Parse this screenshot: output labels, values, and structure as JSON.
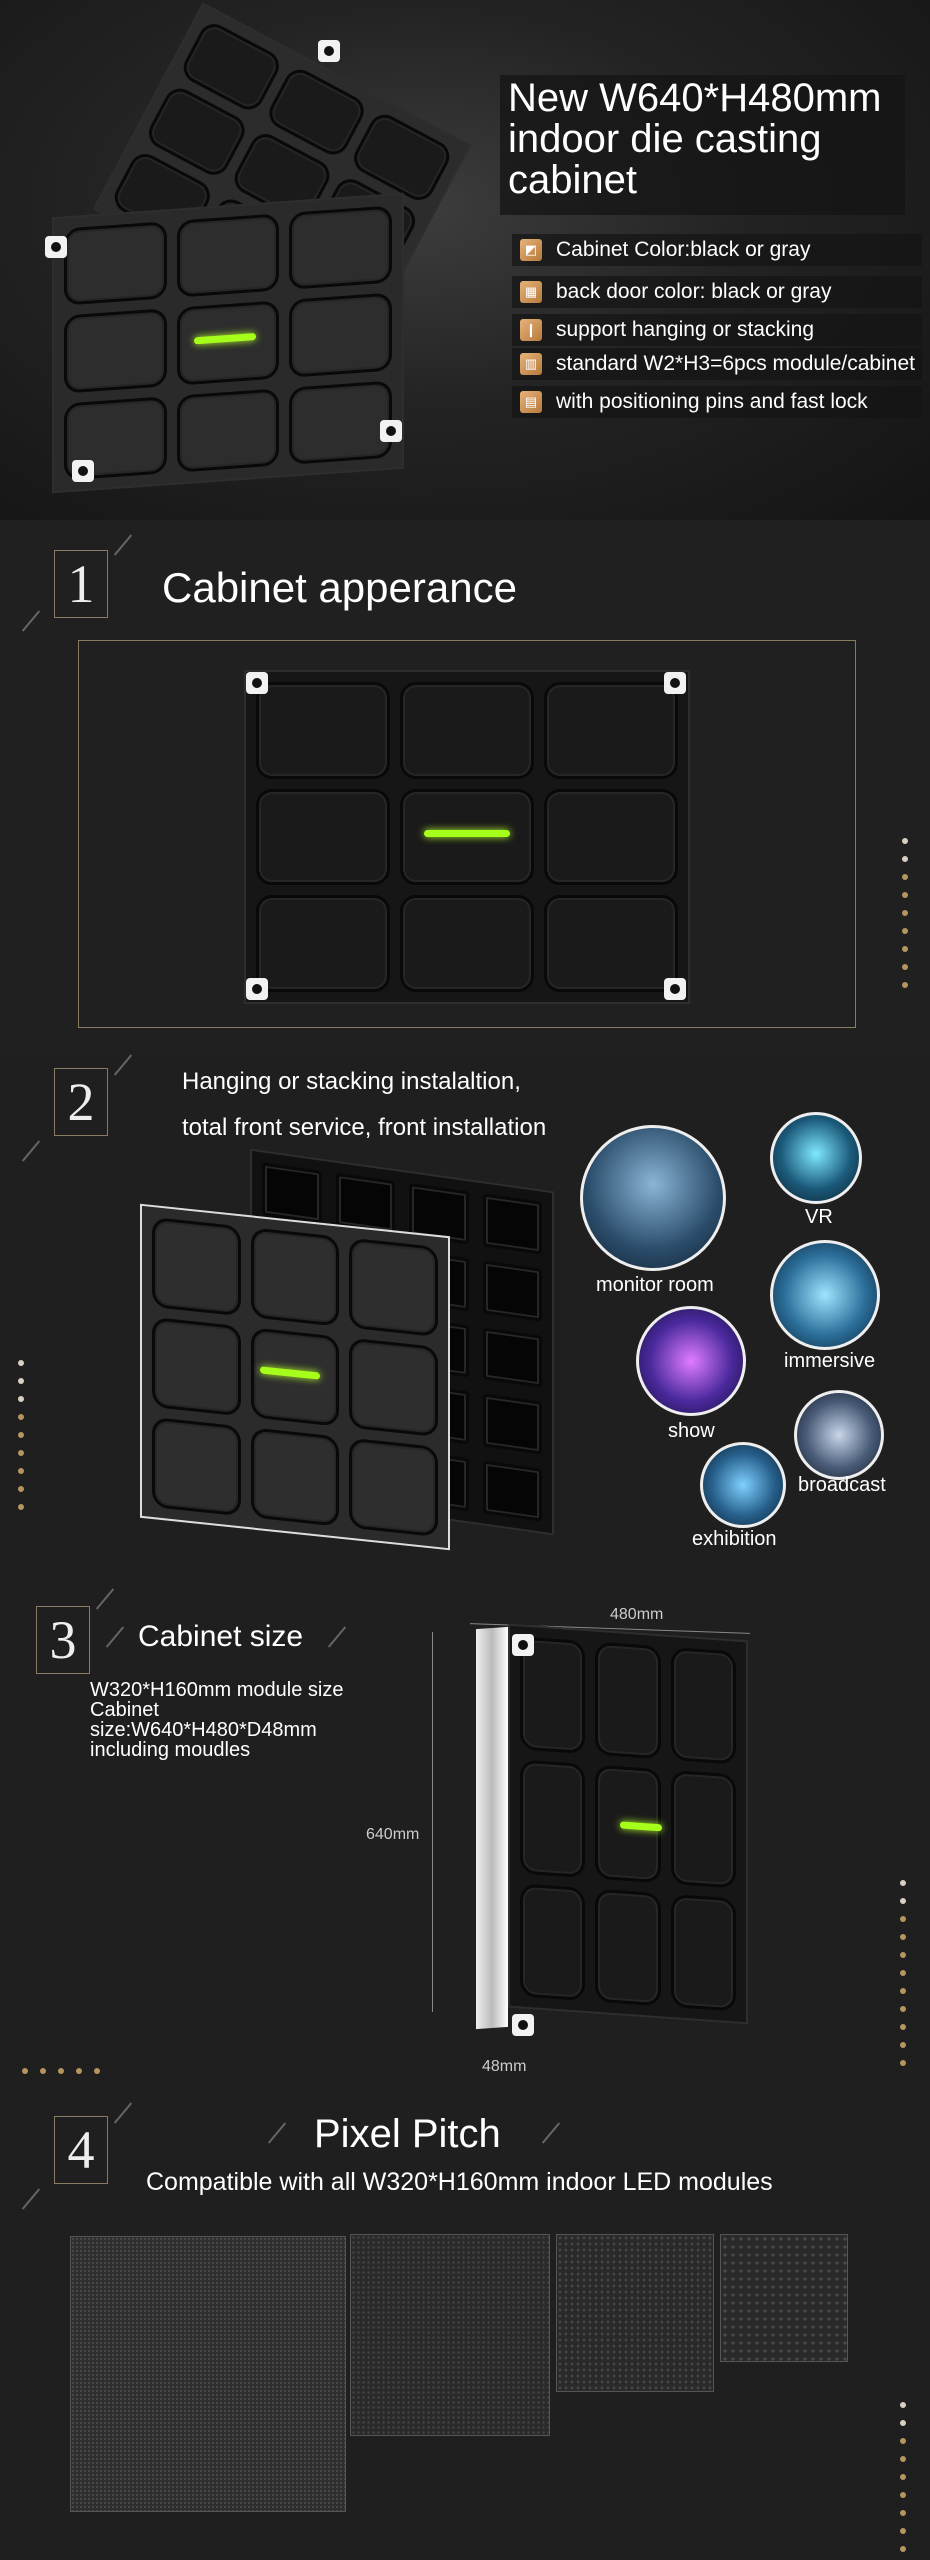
{
  "hero": {
    "title": "New W640*H480mm indoor die casting cabinet",
    "features": [
      {
        "icon": "color-swatch-icon",
        "text": "Cabinet Color:black or gray"
      },
      {
        "icon": "grid-icon",
        "text": "back door color: black or gray"
      },
      {
        "icon": "vertical-bar-icon",
        "text": "support hanging or stacking"
      },
      {
        "icon": "building-icon",
        "text": "standard W2*H3=6pcs module/cabinet"
      },
      {
        "icon": "columns-icon",
        "text": "with positioning pins and fast lock"
      }
    ]
  },
  "section1": {
    "number": "1",
    "title": "Cabinet apperance"
  },
  "section2": {
    "number": "2",
    "line1": "Hanging or stacking instalaltion,",
    "line2": "total front service, front installation",
    "applications": [
      "monitor room",
      "VR",
      "immersive",
      "show",
      "broadcast",
      "exhibition"
    ]
  },
  "section3": {
    "number": "3",
    "title": "Cabinet size",
    "desc": "W320*H160mm module size Cabinet size:W640*H480*D48mm including moudles",
    "width_label": "480mm",
    "height_label": "640mm",
    "depth_label": "48mm"
  },
  "section4": {
    "number": "4",
    "title": "Pixel Pitch",
    "subtitle": "Compatible with all W320*H160mm indoor LED modules"
  },
  "colors": {
    "accent": "#b7955f",
    "led_green": "#a6ff1a",
    "background": "#1f1f1f"
  }
}
